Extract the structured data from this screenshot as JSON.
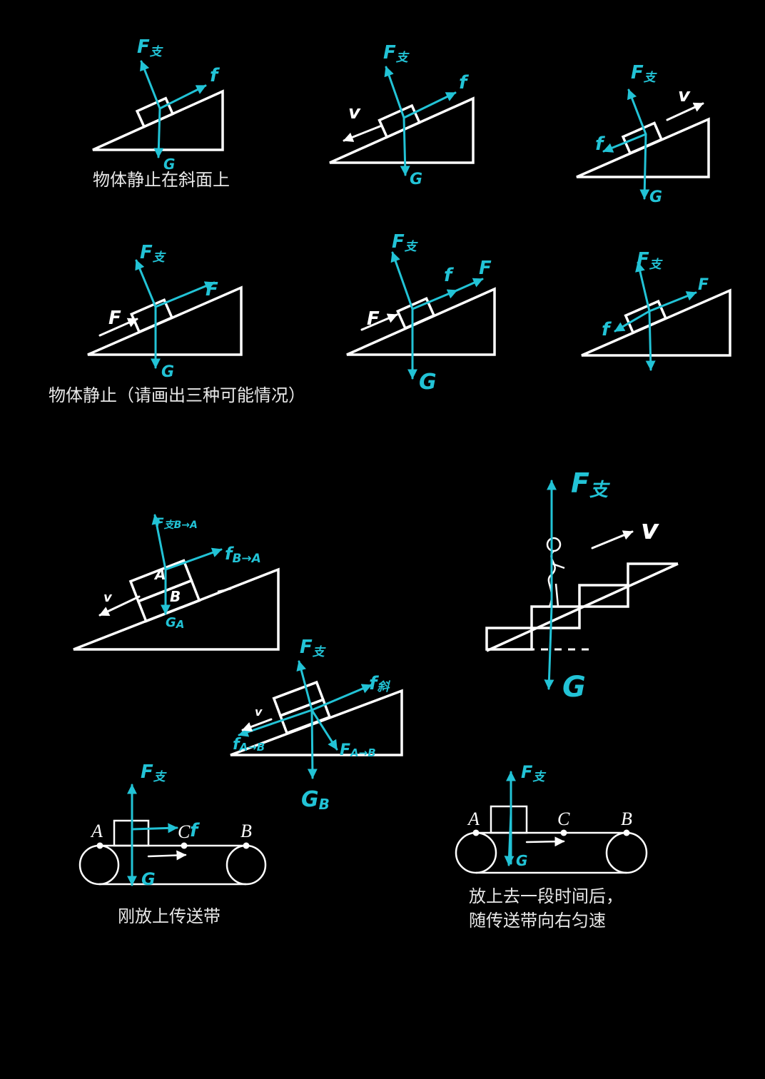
{
  "colors": {
    "background": "#000000",
    "line": "#ffffff",
    "force": "#22c3d6",
    "caption": "#e8e8e8"
  },
  "captions": {
    "incline_static": "物体静止在斜面上",
    "incline_static_three": "物体静止（请画出三种可能情况）",
    "conveyor_start": "刚放上传送带",
    "conveyor_later_1": "放上去一段时间后，",
    "conveyor_later_2": "随传送带向右匀速"
  },
  "diagrams": {
    "d1": {
      "normal": {
        "main": "F",
        "sub": "支"
      },
      "friction": "f",
      "gravity": "G"
    },
    "d2": {
      "normal": {
        "main": "F",
        "sub": "支"
      },
      "friction": "f",
      "gravity": "G",
      "velocity": "v"
    },
    "d3": {
      "normal": {
        "main": "F",
        "sub": "支"
      },
      "friction": "f",
      "gravity": "G",
      "velocity": "v"
    },
    "d4": {
      "normal": {
        "main": "F",
        "sub": "支"
      },
      "applied": "F",
      "applied_push": "F",
      "gravity": "G"
    },
    "d5": {
      "normal": {
        "main": "F",
        "sub": "支"
      },
      "friction": "f",
      "applied": "F",
      "applied_push": "F",
      "gravity": "G"
    },
    "d6": {
      "normal": {
        "main": "F",
        "sub": "支"
      },
      "applied": "F",
      "friction": "f"
    },
    "stacked_a": {
      "normal": {
        "main": "F",
        "sub": "支B→A"
      },
      "friction": {
        "main": "f",
        "sub": "B→A"
      },
      "gravity": {
        "main": "G",
        "sub": "A"
      },
      "block_a": "A",
      "block_b": "B",
      "velocity": "v"
    },
    "stacked_b": {
      "normal": {
        "main": "F",
        "sub": "支"
      },
      "friction_slope": {
        "main": "f",
        "sub": "斜"
      },
      "velocity": "v",
      "friction_a": {
        "main": "f",
        "sub": "A→B"
      },
      "pressure_a": {
        "main": "F",
        "sub": "A→B"
      },
      "gravity": {
        "main": "G",
        "sub": "B"
      }
    },
    "escalator": {
      "normal": {
        "main": "F",
        "sub": "支"
      },
      "velocity": "v",
      "gravity": "G"
    },
    "conveyor_left": {
      "normal": {
        "main": "F",
        "sub": "支"
      },
      "friction": "f",
      "gravity": "G",
      "point_a": "A",
      "point_c": "C",
      "point_b": "B"
    },
    "conveyor_right": {
      "normal": {
        "main": "F",
        "sub": "支"
      },
      "gravity": "G",
      "point_a": "A",
      "point_c": "C",
      "point_b": "B"
    }
  }
}
